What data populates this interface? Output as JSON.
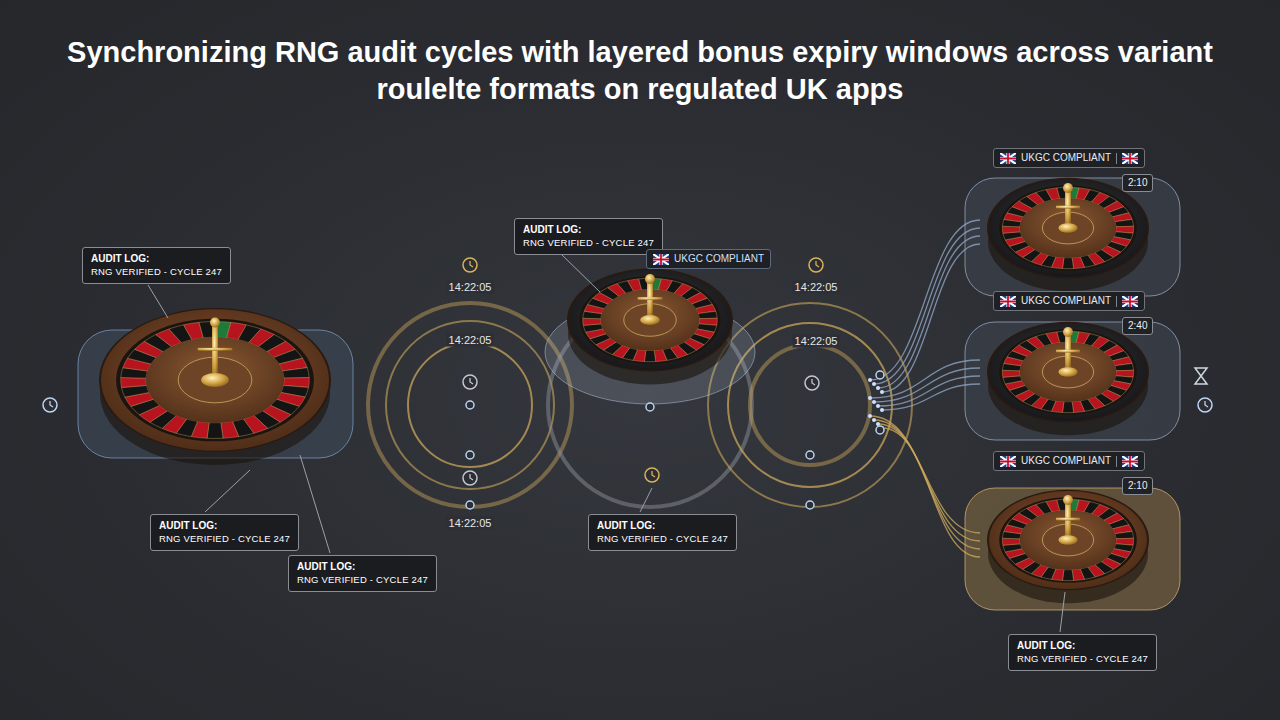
{
  "diagram": {
    "title": "Synchronizing RNG audit cycles with layered bonus expiry windows across variant roulelte formats on regulated UK apps",
    "nodes": [
      {
        "text": [
          "AUDIT LOG:",
          "RNG VERIFIED - CYCLE 247"
        ]
      },
      {
        "text": [
          "AUDIT LOG:",
          "RNG VERIFIED - CYCLE 247"
        ]
      },
      {
        "text": [
          "UKGC COMPLIANT"
        ]
      },
      {
        "text": [
          "UKGC COMPLIANT"
        ]
      },
      {
        "text": [
          "2:10"
        ]
      },
      {
        "text": [
          "UKGC COMPLIANT"
        ]
      },
      {
        "text": [
          "2:40"
        ]
      },
      {
        "text": [
          "UKGC COMPLIANT"
        ]
      },
      {
        "text": [
          "2:10"
        ]
      },
      {
        "text": [
          "AUDIT LOG:",
          "RNG VERIFIED - CYCLE 247"
        ]
      },
      {
        "text": [
          "AUDIT LOG:",
          "RNG VERIFIED - CYCLE 247"
        ]
      },
      {
        "text": [
          "AUDIT LOG:",
          "RNG VERIFIED - CYCLE 247"
        ]
      },
      {
        "text": [
          "AUDIT LOG:",
          "RNG VERIFIED - CYCLE 247"
        ]
      }
    ],
    "labels": [
      "14:22:05",
      "14:22:05",
      "14:22:05",
      "14:22:05",
      "14:22:05"
    ]
  }
}
